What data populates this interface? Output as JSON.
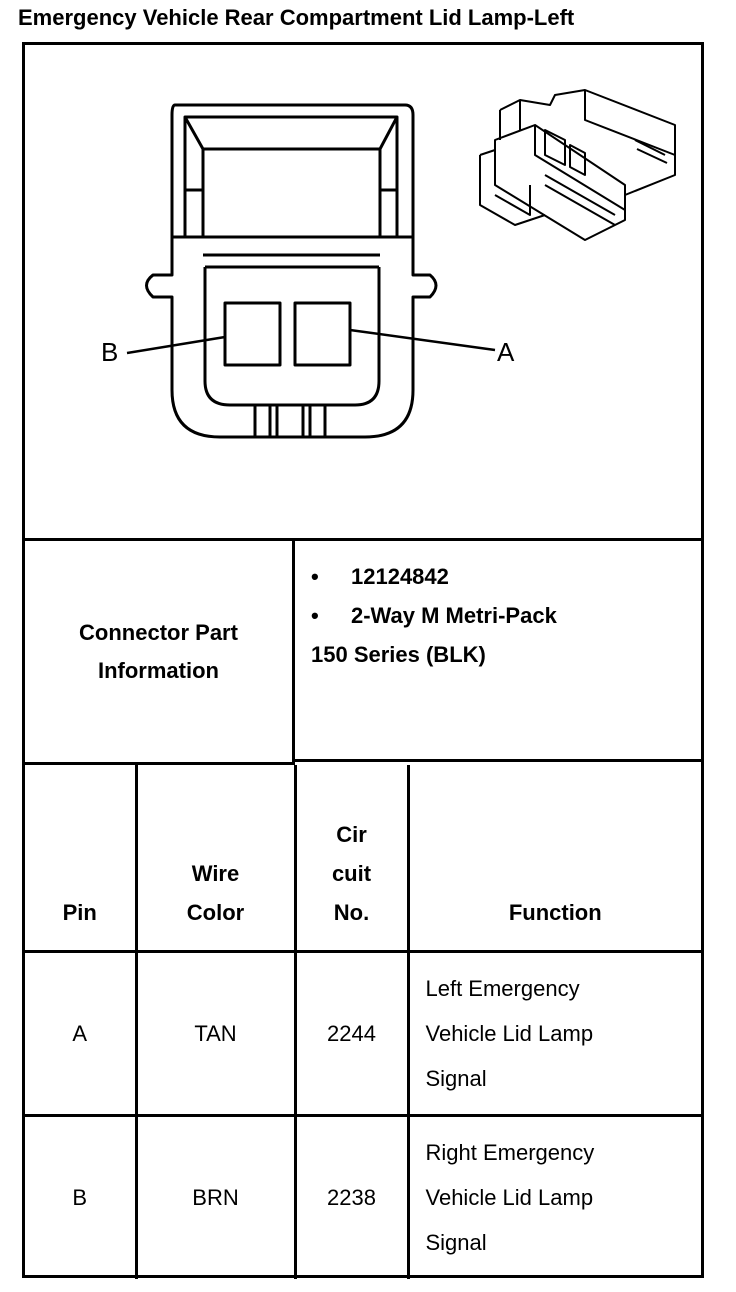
{
  "title": "Emergency Vehicle Rear Compartment Lid Lamp-Left",
  "diagram": {
    "pin_label_b": "B",
    "pin_label_a": "A"
  },
  "part_info": {
    "label_line1": "Connector Part",
    "label_line2": "Information",
    "bullet": "•",
    "part_number": "12124842",
    "description_line1": "2-Way M Metri-Pack",
    "description_line2": "150 Series (BLK)"
  },
  "table": {
    "headers": {
      "pin": "Pin",
      "wire_color_1": "Wire",
      "wire_color_2": "Color",
      "circuit_1": "Cir",
      "circuit_2": "cuit",
      "circuit_3": "No.",
      "function": "Function"
    },
    "rows": [
      {
        "pin": "A",
        "wire_color": "TAN",
        "circuit": "2244",
        "function_1": "Left Emergency",
        "function_2": "Vehicle Lid Lamp",
        "function_3": "Signal"
      },
      {
        "pin": "B",
        "wire_color": "BRN",
        "circuit": "2238",
        "function_1": "Right Emergency",
        "function_2": "Vehicle Lid Lamp",
        "function_3": "Signal"
      }
    ]
  }
}
